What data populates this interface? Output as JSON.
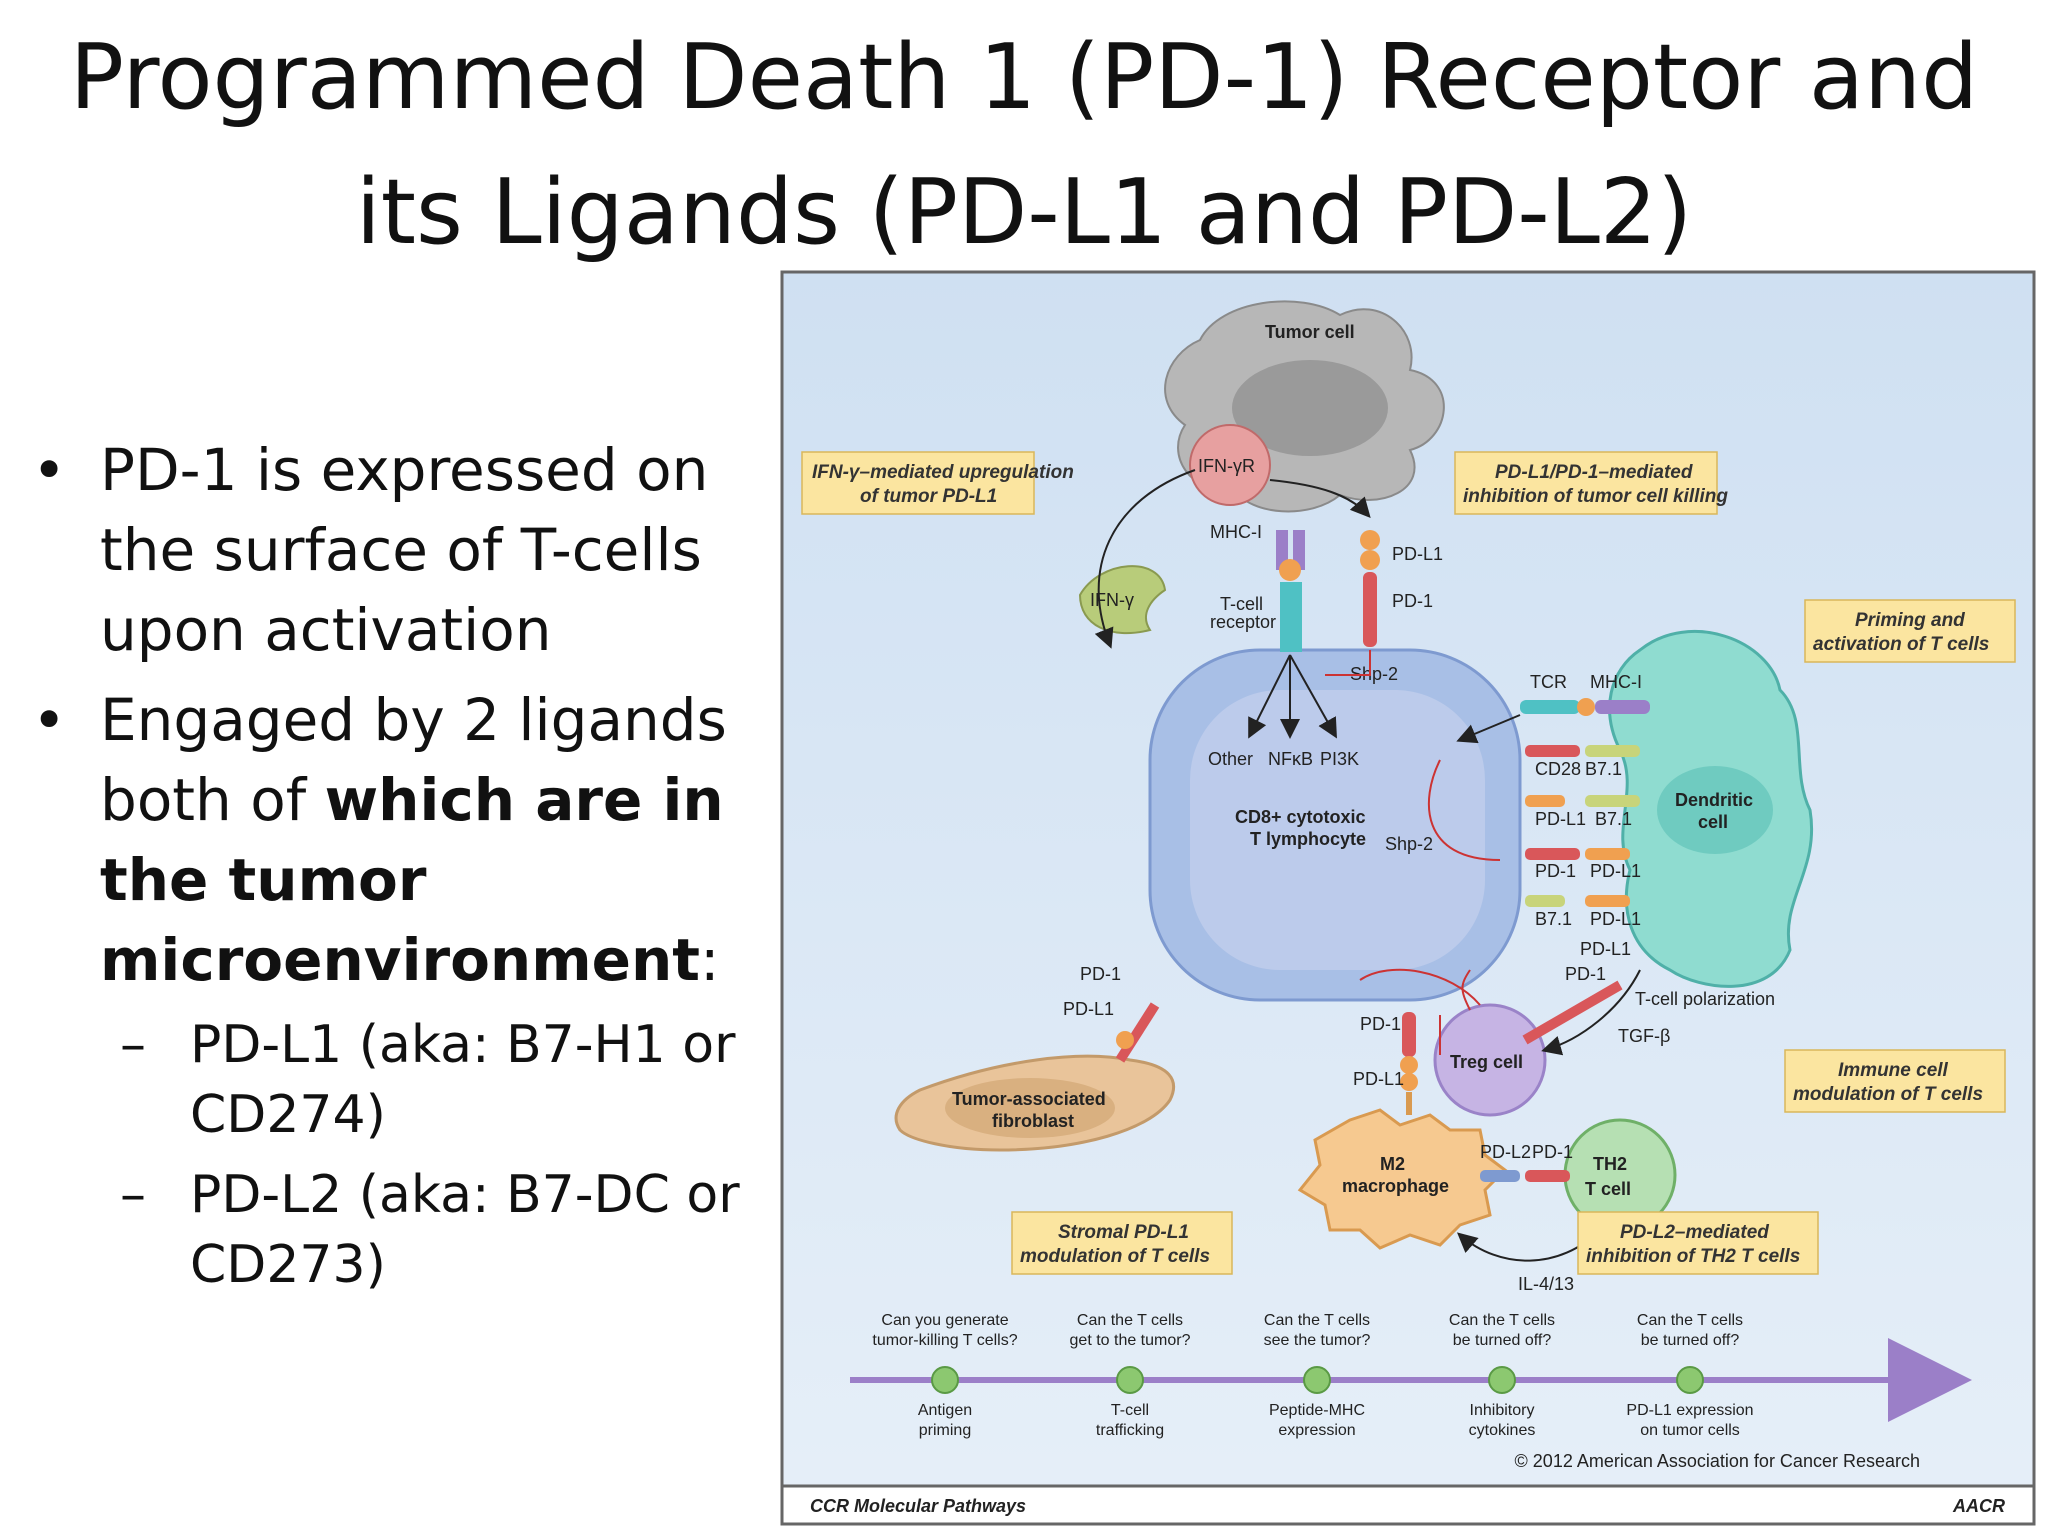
{
  "title": {
    "line1": "Programmed Death 1 (PD-1) Receptor and",
    "line2": "its Ligands (PD-L1 and PD-L2)"
  },
  "bullets": {
    "b1": "PD-1 is expressed on the surface of T-cells upon activation",
    "b2_plain": "Engaged by 2 ligands both of ",
    "b2_bold": "which are in the tumor microenvironment",
    "b2_end": ":",
    "sub1": "PD-L1 (aka: B7-H1 or CD274)",
    "sub2": "PD-L2 (aka: B7-DC or CD273)"
  },
  "figure": {
    "cells": {
      "tumor": "Tumor cell",
      "ifngr": "IFN-γR",
      "ifng": "IFN-γ",
      "cd8_l1": "CD8+ cytotoxic",
      "cd8_l2": "T lymphocyte",
      "dendritic_l1": "Dendritic",
      "dendritic_l2": "cell",
      "fibro_l1": "Tumor-associated",
      "fibro_l2": "fibroblast",
      "mac_l1": "M2",
      "mac_l2": "macrophage",
      "treg": "Treg cell",
      "th2_l1": "TH2",
      "th2_l2": "T cell"
    },
    "labels": {
      "mhc1_top": "MHC-I",
      "tcr_l1": "T-cell",
      "tcr_l2": "receptor",
      "pdl1_top": "PD-L1",
      "pd1_top": "PD-1",
      "shp2_top": "Shp-2",
      "other": "Other",
      "nfkb": "NFκB",
      "pi3k": "PI3K",
      "shp2_mid": "Shp-2",
      "tcr": "TCR",
      "mhc1_right": "MHC-I",
      "cd28": "CD28",
      "b71_a": "B7.1",
      "pdl1_a": "PD-L1",
      "b71_b": "B7.1",
      "pd1_a": "PD-1",
      "pdl1_b": "PD-L1",
      "b71_c": "B7.1",
      "pdl1_c": "PD-L1",
      "pdl1_d": "PD-L1",
      "pd1_b": "PD-1",
      "tcell_pol": "T-cell polarization",
      "tgfb": "TGF-β",
      "pd1_fib": "PD-1",
      "pdl1_fib": "PD-L1",
      "pd1_mac": "PD-1",
      "pdl1_mac": "PD-L1",
      "pdl2_th2": "PD-L2",
      "pd1_th2": "PD-1",
      "il413": "IL-4/13"
    },
    "boxes": {
      "ifng_l1": "IFN-γ–mediated upregulation",
      "ifng_l2": "of tumor PD-L1",
      "pdl1_l1": "PD-L1/PD-1–mediated",
      "pdl1_l2": "inhibition of tumor cell killing",
      "prim_l1": "Priming and",
      "prim_l2": "activation of T cells",
      "imm_l1": "Immune cell",
      "imm_l2": "modulation of T cells",
      "strom_l1": "Stromal PD-L1",
      "strom_l2": "modulation of T cells",
      "pdl2_l1": "PD-L2–mediated",
      "pdl2_l2": "inhibition of TH2 T cells"
    },
    "timeline": {
      "q": [
        [
          "Can you generate",
          "tumor-killing T cells?"
        ],
        [
          "Can the T cells",
          "get to the tumor?"
        ],
        [
          "Can the T cells",
          "see the tumor?"
        ],
        [
          "Can the T cells",
          "be turned off?"
        ],
        [
          "Can the T cells",
          "be turned off?"
        ]
      ],
      "a": [
        [
          "Antigen",
          "priming"
        ],
        [
          "T-cell",
          "trafficking"
        ],
        [
          "Peptide-MHC",
          "expression"
        ],
        [
          "Inhibitory",
          "cytokines"
        ],
        [
          "PD-L1 expression",
          "on tumor cells"
        ]
      ]
    },
    "copyright": "© 2012 American Association for Cancer Research",
    "footer_left": "CCR Molecular Pathways",
    "footer_right": "AACR"
  }
}
